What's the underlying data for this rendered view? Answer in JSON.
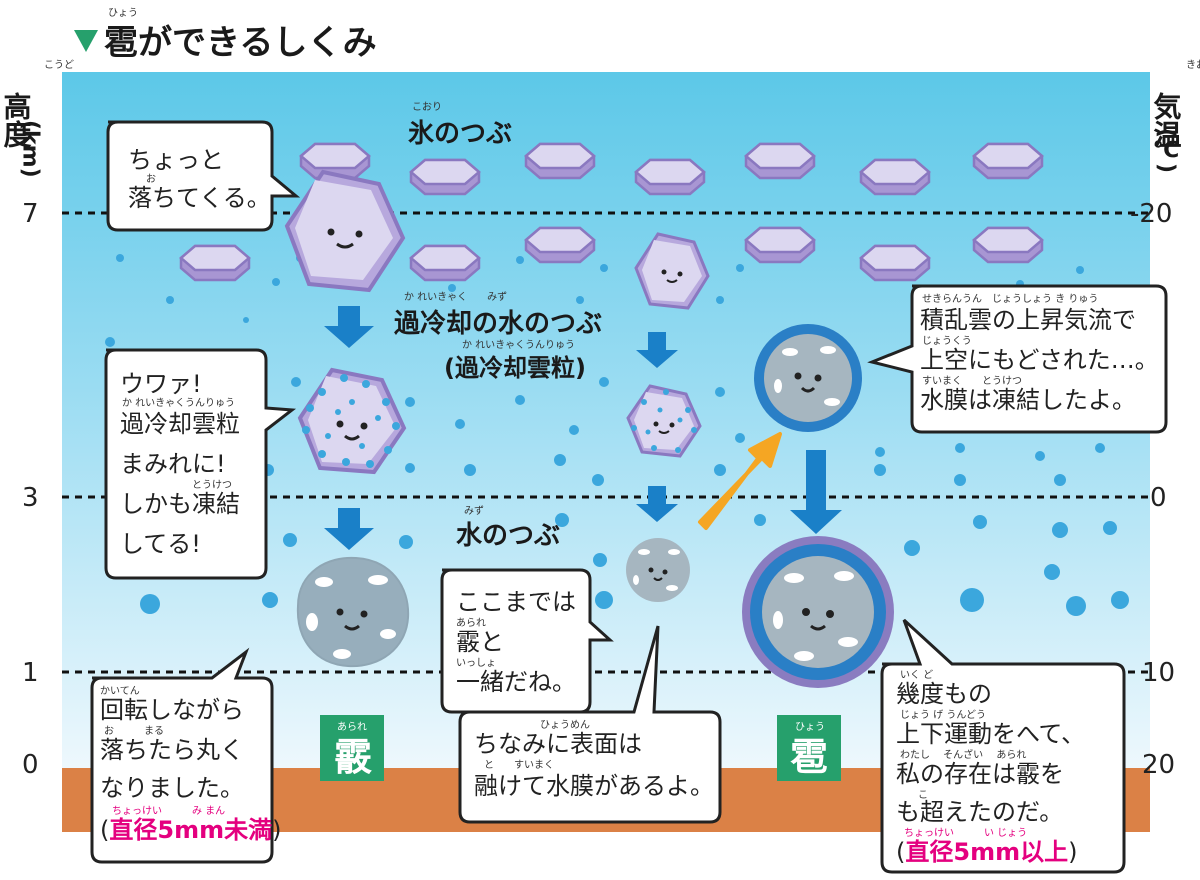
{
  "title": {
    "ruby": "ひょう",
    "text": "雹ができるしくみ"
  },
  "left_axis": {
    "label": "高度",
    "ruby": "こうど",
    "unit": "(km)",
    "ticks": [
      "7",
      "3",
      "1",
      "0"
    ]
  },
  "right_axis": {
    "label": "気温",
    "ruby": "きおん",
    "unit": "(℃)",
    "ticks": [
      "-20",
      "0",
      "10",
      "20"
    ]
  },
  "labels": {
    "ice": {
      "ruby": "こおり",
      "text": "氷のつぶ"
    },
    "supercooled": {
      "ruby": "か れいきゃく　　みず",
      "text": "過冷却の水のつぶ"
    },
    "supercooled_cloud": {
      "ruby": "か れいきゃくうんりゅう",
      "text": "(過冷却雲粒)"
    },
    "water": {
      "ruby": "みず",
      "text": "水のつぶ"
    }
  },
  "ground_labels": {
    "arare": {
      "ruby": "あられ",
      "text": "霰"
    },
    "hyou": {
      "ruby": "ひょう",
      "text": "雹"
    }
  },
  "bubbles": {
    "b1": {
      "lines": [
        "ちょっと",
        "落ちてくる。"
      ],
      "rubies": [
        "",
        "お"
      ]
    },
    "b2": {
      "lines": [
        "ウワァ!",
        "過冷却雲粒",
        "まみれに!",
        "しかも凍結",
        "してる!"
      ],
      "rubies": [
        "",
        "か れいきゃくうんりゅう",
        "",
        "とうけつ",
        ""
      ]
    },
    "b3": {
      "lines": [
        "回転しながら",
        "落ちたら丸く",
        "なりました。"
      ],
      "rubies": [
        "かいてん",
        "お　　　まる",
        ""
      ],
      "note": {
        "open": "(",
        "text": "直径5mm未満",
        "close": ")",
        "ruby": "ちょっけい　　　み まん"
      }
    },
    "b4": {
      "lines": [
        "ここまでは",
        "霰と",
        "一緒だね。"
      ],
      "rubies": [
        "",
        "あられ",
        "いっしょ"
      ]
    },
    "b5": {
      "lines": [
        "ちなみに表面は",
        "融けて水膜があるよ。"
      ],
      "rubies": [
        "ひょうめん",
        "と　　すいまく"
      ]
    },
    "b6": {
      "lines": [
        "積乱雲の上昇気流で",
        "上空にもどされた…。",
        "水膜は凍結したよ。"
      ],
      "rubies": [
        "せきらんうん　じょうしょう き りゅう",
        "じょうくう",
        "すいまく　　とうけつ"
      ]
    },
    "b7": {
      "lines": [
        "幾度もの",
        "上下運動をへて、",
        "私の存在は霰を",
        "も超えたのだ。"
      ],
      "rubies": [
        "いく ど",
        "じょう げ うんどう",
        "わたし　 そんざい　 あられ",
        "こ"
      ],
      "note": {
        "open": "(",
        "text": "直径5mm以上",
        "close": ")",
        "ruby": "ちょっけい　　　い じょう"
      }
    }
  },
  "colors": {
    "sky_top": "#5cc8e8",
    "sky_bottom": "#e8f6fd",
    "ground": "#db8146",
    "arrow_blue": "#1a80c8",
    "arrow_orange": "#f5a623",
    "green": "#26a06c",
    "ice": "#d7d2ec",
    "ice_edge": "#8e7fbc",
    "drop": "#3ba7dd",
    "hail_ring": "#2a7fc6"
  }
}
